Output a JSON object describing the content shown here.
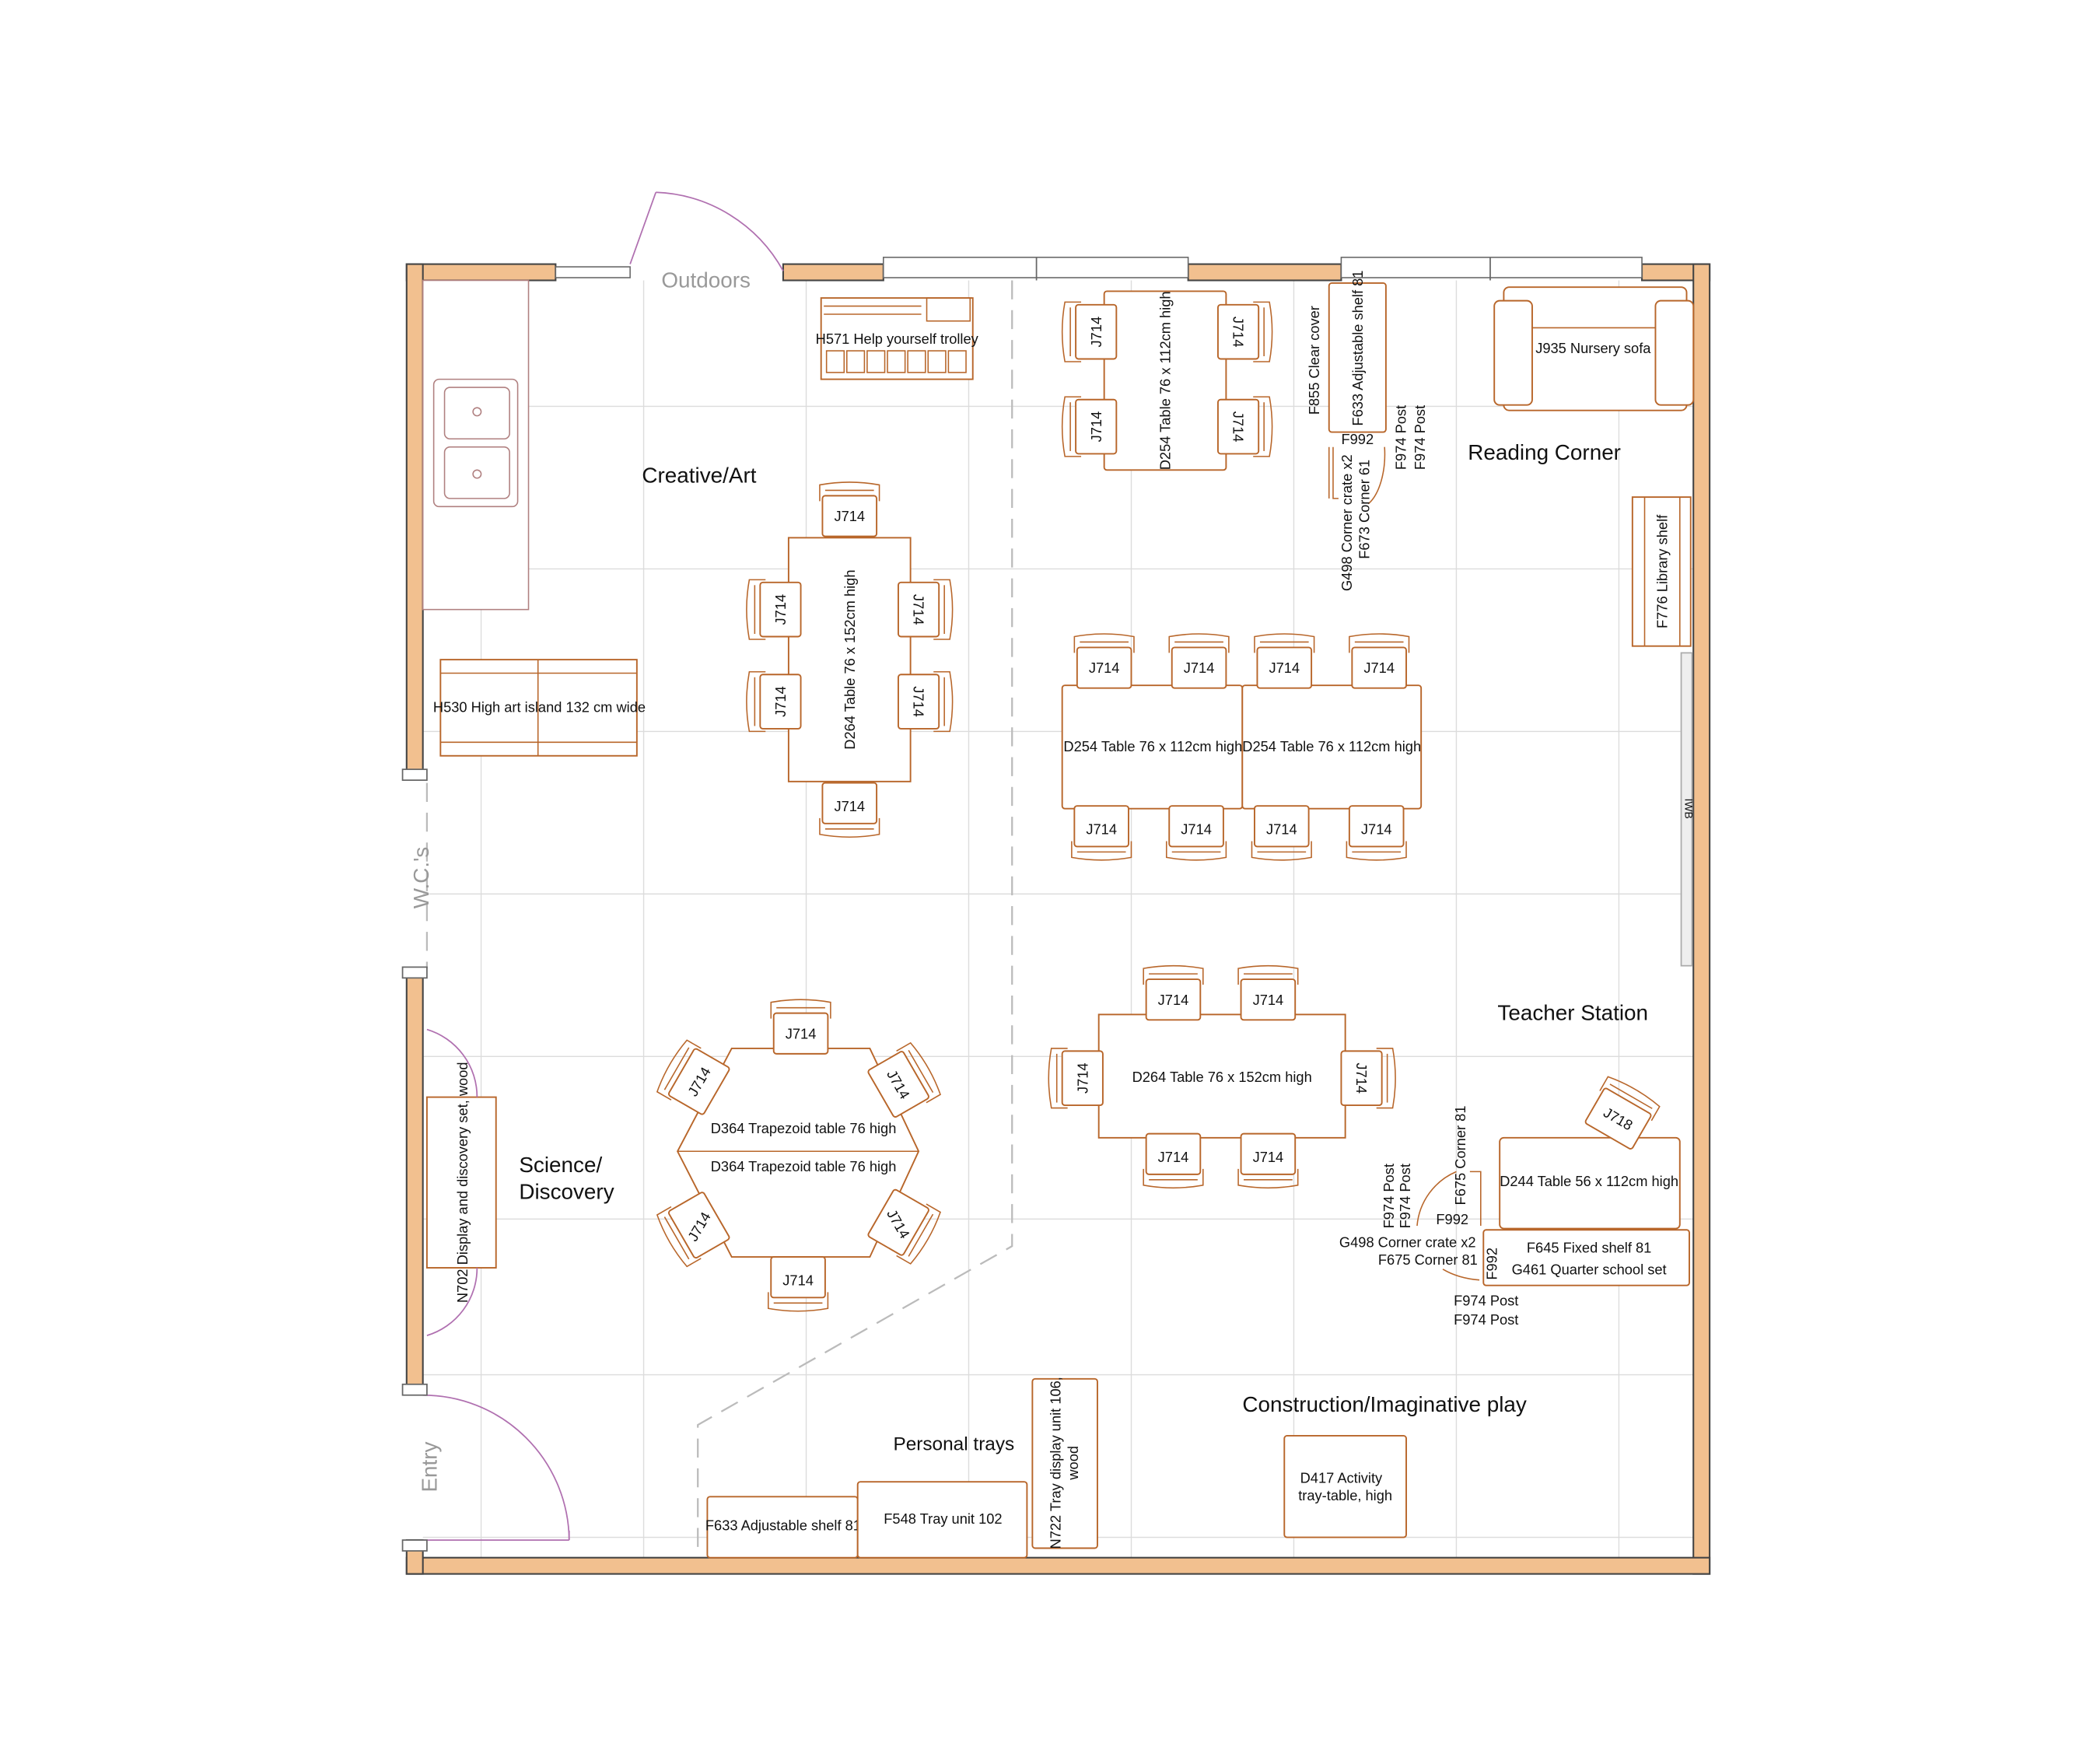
{
  "rooms": {
    "creative_art": "Creative/Art",
    "reading_corner": "Reading Corner",
    "teacher_station": "Teacher Station",
    "science_line1": "Science/",
    "science_line2": "Discovery",
    "construction": "Construction/Imaginative play",
    "personal_trays": "Personal trays"
  },
  "openings": {
    "outdoors": "Outdoors",
    "wcs": "W.C.'s",
    "entry": "Entry",
    "iwb": "IWB"
  },
  "furniture": {
    "chair": "J714",
    "chair_teacher": "J718",
    "trolley": "H571 Help yourself trolley",
    "table_d254": "D254 Table 76 x 112cm high",
    "table_d264_v": "D264 Table 76 x 152cm high",
    "table_d264_h": "D264 Table 76 x 152cm high",
    "table_d254_a": "D254 Table 76 x 112cm high",
    "table_d254_b": "D254 Table 76 x 112cm high",
    "clear_cover": "F855 Clear cover",
    "adjustable_shelf_top": "F633 Adjustable shelf 81",
    "f992_top": "F992",
    "corner_crate_top": "G498 Corner crate x2",
    "corner61": "F673 Corner 61",
    "post_top_1": "F974 Post",
    "post_top_2": "F974 Post",
    "sofa": "J935 Nursery sofa",
    "library_shelf": "F776 Library shelf",
    "art_island": "H530 High art island 132 cm wide",
    "trapezoid_1": "D364 Trapezoid table 76 high",
    "trapezoid_2": "D364 Trapezoid table 76 high",
    "display_set": "N702 Display and discovery set, wood",
    "d244": "D244 Table 56 x 112cm high",
    "post_mid_1": "F974 Post",
    "post_mid_2": "F974 Post",
    "corner81_v": "F675 Corner 81",
    "f992_mid": "F992",
    "f992_mid_v": "F992",
    "corner_crate_mid": "G498 Corner crate x2",
    "corner81_h": "F675 Corner 81",
    "fixed_shelf": "F645 Fixed shelf 81",
    "quarter_set": "G461 Quarter school set",
    "post_low_1": "F974 Post",
    "post_low_2": "F974 Post",
    "adjustable_shelf_bottom": "F633 Adjustable shelf 81",
    "tray_unit": "F548 Tray unit 102",
    "tray_display_1": "N722 Tray display unit 106,",
    "tray_display_2": "wood",
    "activity_1": "D417 Activity",
    "activity_2": "tray-table, high"
  },
  "colors": {
    "wall": "#F2C08F",
    "furniture_outline": "#B8662A",
    "door_swing": "#B070B0",
    "grid": "#DCDCDC"
  }
}
